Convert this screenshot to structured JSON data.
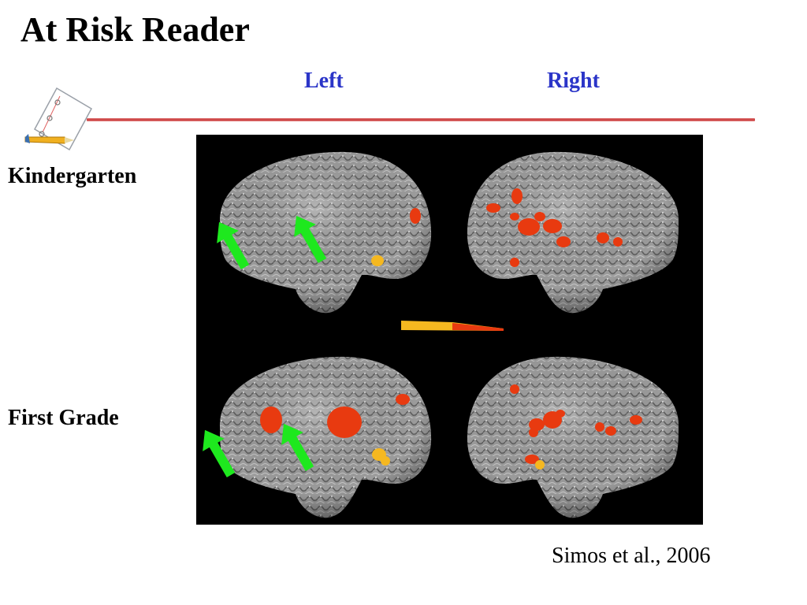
{
  "slide": {
    "title": "At Risk Reader",
    "citation": "Simos et al., 2006"
  },
  "columns": {
    "left": "Left",
    "right": "Right"
  },
  "rows": {
    "kindergarten": "Kindergarten",
    "first_grade": "First Grade"
  },
  "colors": {
    "accent_text": "#2b35c8",
    "rule": "#c83a3a",
    "activation_red": "#e83a10",
    "activation_yellow": "#f5b820",
    "arrow_green": "#1ee81e",
    "brain_gray": "#9a9a9a",
    "figure_bg": "#000000"
  },
  "icons": {
    "logo": "clipboard-pencil-icon"
  }
}
